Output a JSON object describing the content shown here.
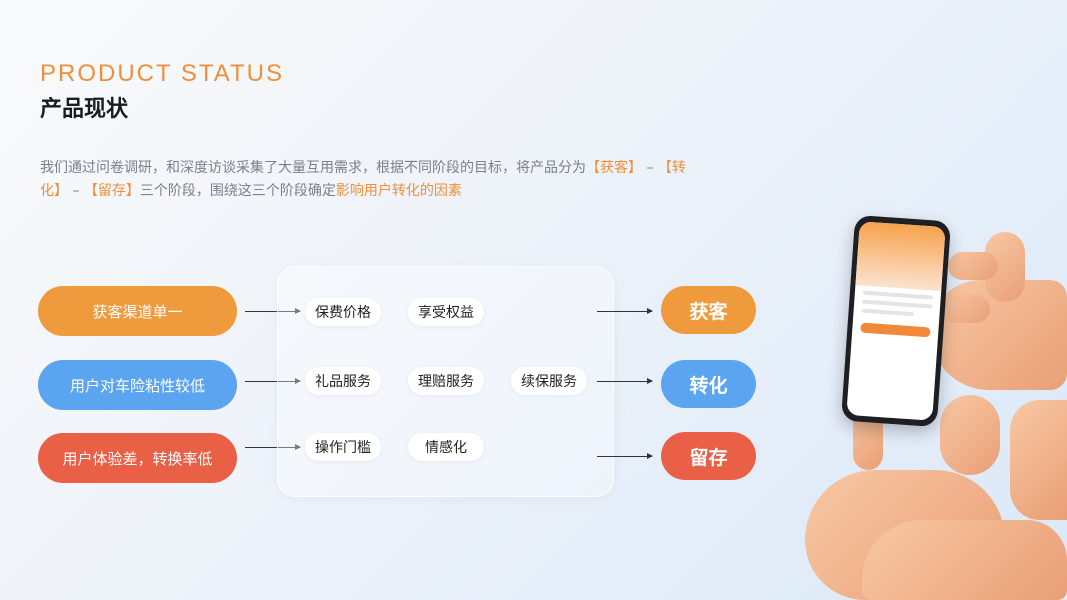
{
  "header": {
    "title_en": "PRODUCT STATUS",
    "title_cn": "产品现状"
  },
  "intro": {
    "part1": "我们通过问卷调研，和深度访谈采集了大量互用需求，根据不同阶段的目标，将产品分为",
    "stage1": "【获客】",
    "dash1": " – ",
    "stage2": "【转化】",
    "dash2": " – ",
    "stage3": "【留存】",
    "part2": "三个阶段，围绕这三个阶段确定",
    "emphasis": "影响用户转化的因素"
  },
  "problems": [
    "获客渠道单一",
    "用户对车险粘性较低",
    "用户体验差，转换率低"
  ],
  "factors": {
    "row1": [
      "保费价格",
      "享受权益"
    ],
    "row2": [
      "礼品服务",
      "理赔服务",
      "续保服务"
    ],
    "row3": [
      "操作门槛",
      "情感化"
    ]
  },
  "stages": [
    "获客",
    "转化",
    "留存"
  ],
  "colors": {
    "accent": "#ef8f3a",
    "orange": "#ef9a3c",
    "blue": "#5ba4ef",
    "red": "#ea6047"
  },
  "illustration": {
    "phone_screen": "expanded"
  }
}
